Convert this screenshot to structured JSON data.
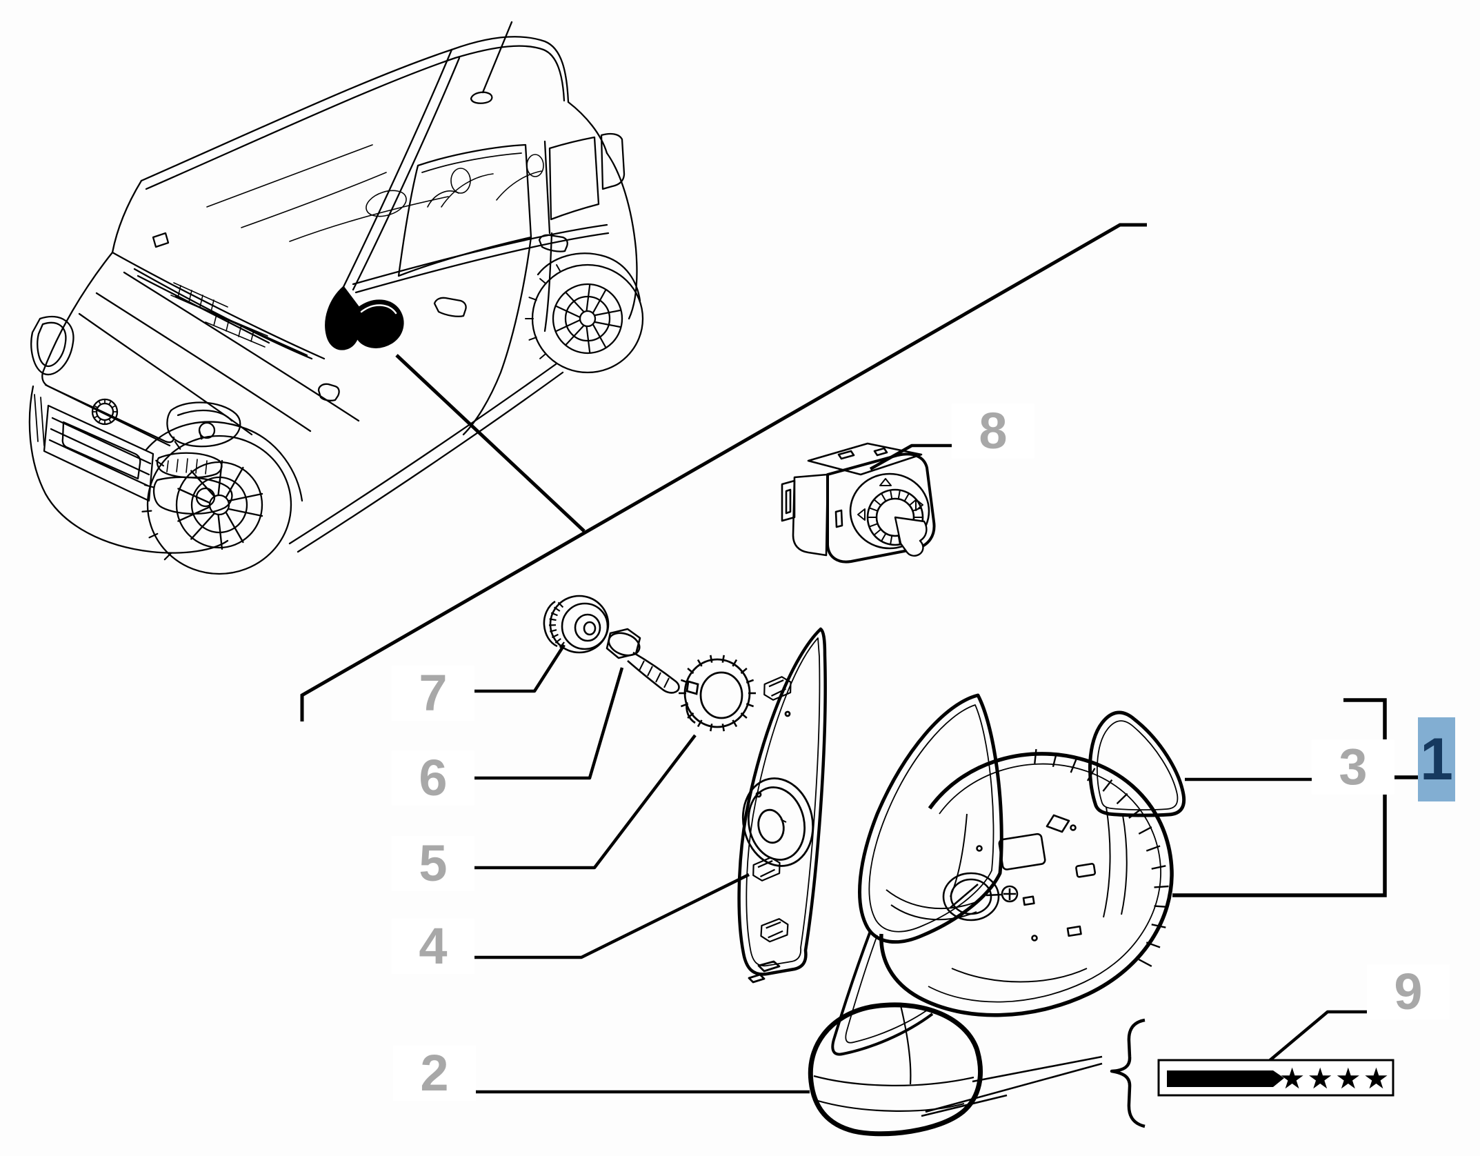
{
  "callouts": {
    "c1": "1",
    "c2": "2",
    "c3": "3",
    "c4": "4",
    "c5": "5",
    "c6": "6",
    "c7": "7",
    "c8": "8",
    "c9": "9"
  },
  "selected_callout": "1",
  "sticker": {
    "stars": "★★★★"
  },
  "colors": {
    "background": "#fdfdfd",
    "line": "#000000",
    "label_gray": "#a8a8a8",
    "highlight_blue": "#82aed2",
    "highlight_number_navy": "#16395f"
  }
}
